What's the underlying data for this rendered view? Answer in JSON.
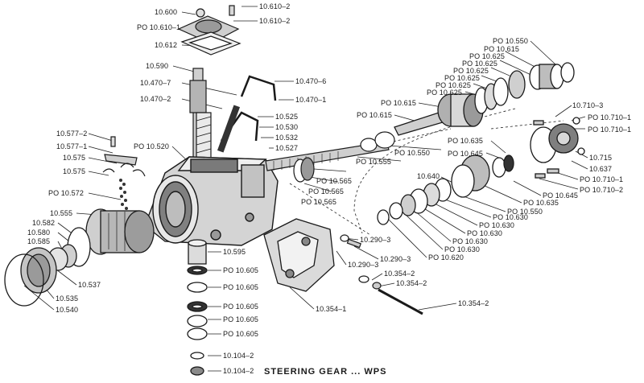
{
  "diagram": {
    "title": "STEERING GEAR ... WPS",
    "labels": [
      "10.600",
      "10.610–2",
      "PO 10.610–1",
      "10.610–2",
      "10.612",
      "10.590",
      "10.470–7",
      "10.470–2",
      "10.470–6",
      "10.470–1",
      "10.525",
      "10.530",
      "10.532",
      "10.527",
      "PO 10.520",
      "10.577–2",
      "10.577–1",
      "10.575",
      "10.575",
      "PO 10.572",
      "10.555",
      "10.582",
      "10.580",
      "10.585",
      "10.537",
      "10.535",
      "10.540",
      "10.595",
      "PO 10.605",
      "PO 10.605",
      "PO 10.605",
      "PO 10.605",
      "PO 10.605",
      "10.104–2",
      "10.104–2",
      "PO 10.550",
      "PO 10.615",
      "PO 10.625",
      "PO 10.625",
      "PO 10.625",
      "PO 10.625",
      "PO 10.625",
      "PO 10.625",
      "PO 10.615",
      "PO 10.615",
      "PO 10.550",
      "PO 10.555",
      "PO 10.565",
      "PO 10.565",
      "PO 10.565",
      "10.710–3",
      "PO 10.710–1",
      "PO 10.710–1",
      "10.715",
      "10.637",
      "PO 10.710–1",
      "PO 10.710–2",
      "PO 10.635",
      "PO 10.645",
      "10.640",
      "PO 10.645",
      "PO 10.635",
      "PO 10.550",
      "PO 10.630",
      "PO 10.630",
      "PO 10.630",
      "PO 10.630",
      "PO 10.630",
      "PO 10.620",
      "10.290–3",
      "10.290–3",
      "10.290–3",
      "10.354–2",
      "10.354–2",
      "10.354–2",
      "10.354–1"
    ]
  }
}
